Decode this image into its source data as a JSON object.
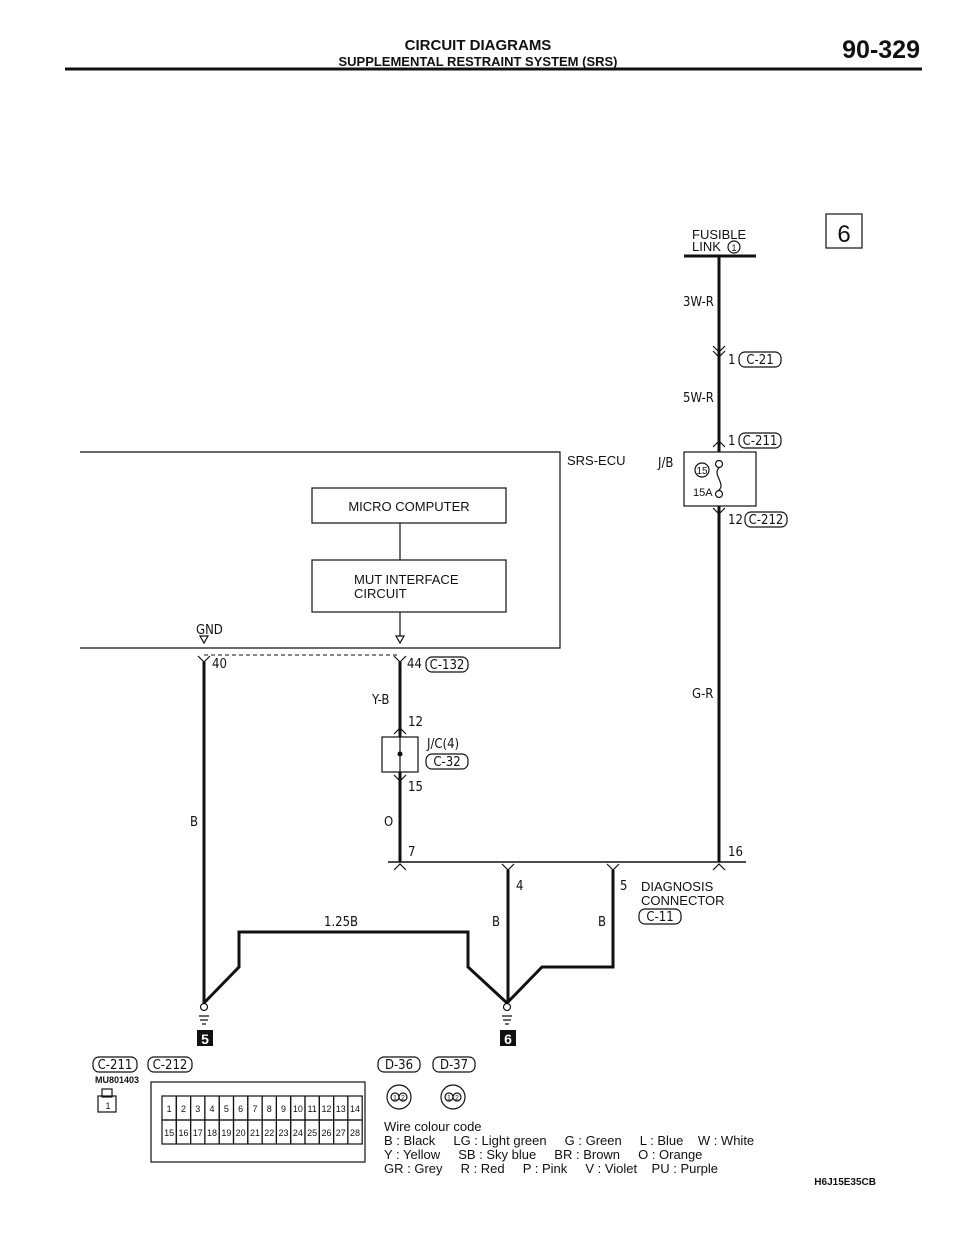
{
  "header": {
    "title": "CIRCUIT DIAGRAMS",
    "subtitle": "SUPPLEMENTAL RESTRAINT SYSTEM (SRS)",
    "page_number": "90-329"
  },
  "sheet_marker": "6",
  "fusible_link": {
    "line1": "FUSIBLE",
    "line2": "LINK",
    "number": "1"
  },
  "wires": {
    "w1": "3W-R",
    "w2": "5W-R",
    "w3": "G-R",
    "w4": "Y-B",
    "w5": "O",
    "w6": "B",
    "w7": "1.25B",
    "w8": "B",
    "w9": "B"
  },
  "connectors": {
    "c21": {
      "pin": "1",
      "id": "C-21"
    },
    "c211": {
      "pin": "1",
      "id": "C-211"
    },
    "c212": {
      "pin": "12",
      "id": "C-212"
    },
    "c132": {
      "pin40": "40",
      "pin44": "44",
      "id": "C-132"
    },
    "c32": {
      "pin12": "12",
      "pin15": "15",
      "name": "J/C(4)",
      "id": "C-32"
    },
    "c11": {
      "pin7": "7",
      "pin16": "16",
      "pin4": "4",
      "pin5": "5",
      "line1": "DIAGNOSIS",
      "line2": "CONNECTOR",
      "id": "C-11"
    }
  },
  "jb": {
    "label": "J/B",
    "fuse_no": "15",
    "rating": "15A"
  },
  "ecu": {
    "label": "SRS-ECU",
    "micro": "MICRO COMPUTER",
    "mut1": "MUT INTERFACE",
    "mut2": "CIRCUIT",
    "gnd": "GND"
  },
  "grounds": [
    "5",
    "6"
  ],
  "views": {
    "c211": "C-211",
    "c211_part": "MU801403",
    "c211_pin": "1",
    "c212": "C-212",
    "d36": "D-36",
    "d37": "D-37",
    "pins_top": [
      "1",
      "2",
      "3",
      "4",
      "5",
      "6",
      "7",
      "8",
      "9",
      "10",
      "11",
      "12",
      "13",
      "14"
    ],
    "pins_bottom": [
      "15",
      "16",
      "17",
      "18",
      "19",
      "20",
      "21",
      "22",
      "23",
      "24",
      "25",
      "26",
      "27",
      "28"
    ],
    "round_pins": [
      "1",
      "2"
    ]
  },
  "legend": {
    "title": "Wire colour code",
    "row1": "B : Black     LG : Light green     G : Green     L : Blue    W : White",
    "row2": "Y : Yellow     SB : Sky blue     BR : Brown     O : Orange",
    "row3": "GR : Grey     R : Red     P : Pink     V : Violet    PU : Purple"
  },
  "figure_code": "H6J15E35CB"
}
